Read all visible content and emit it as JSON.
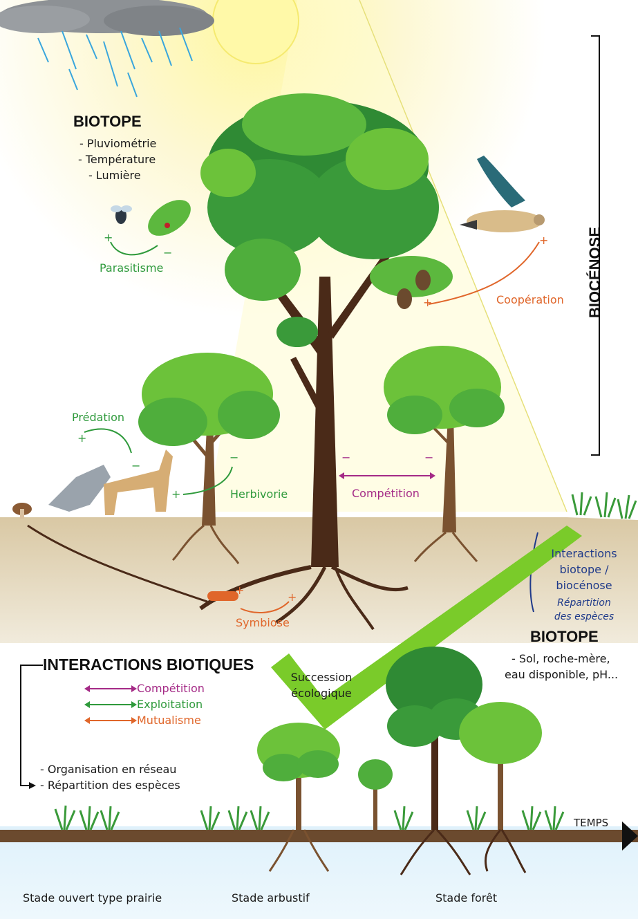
{
  "biotope_top": {
    "title": "BIOTOPE",
    "items": [
      "- Pluviométrie",
      "- Température",
      "- Lumière"
    ]
  },
  "biocenose_label": "BIOCÉNOSE",
  "interactions": {
    "parasitisme": "Parasitisme",
    "cooperation": "Coopération",
    "predation": "Prédation",
    "herbivorie": "Herbivorie",
    "competition": "Compétition",
    "symbiose": "Symbiose"
  },
  "signs": {
    "plus": "+",
    "minus": "−"
  },
  "biotope_biocenose": {
    "line1": "Interactions",
    "line2": "biotope /",
    "line3": "biocénose",
    "sub1": "Répartition",
    "sub2": "des espèces"
  },
  "biotope_bottom": {
    "title": "BIOTOPE",
    "line1": "- Sol, roche-mère,",
    "line2": "eau disponible, pH..."
  },
  "legend": {
    "title": "INTERACTIONS BIOTIQUES",
    "items": [
      {
        "label": "Compétition",
        "color": "#a42a86"
      },
      {
        "label": "Exploitation",
        "color": "#2f9a3c"
      },
      {
        "label": "Mutualisme",
        "color": "#e0662a"
      }
    ],
    "notes": [
      "- Organisation en réseau",
      "- Répartition des espèces"
    ]
  },
  "succession": {
    "line1": "Succession",
    "line2": "écologique"
  },
  "time_label": "TEMPS",
  "stages": [
    "Stade ouvert type prairie",
    "Stade arbustif",
    "Stade forêt"
  ],
  "colors": {
    "leaf_dark": "#2f8a34",
    "leaf_light": "#6cc23a",
    "trunk": "#4a2a18",
    "ground": "#d8c7a6",
    "sky": "#fdf6c8"
  }
}
